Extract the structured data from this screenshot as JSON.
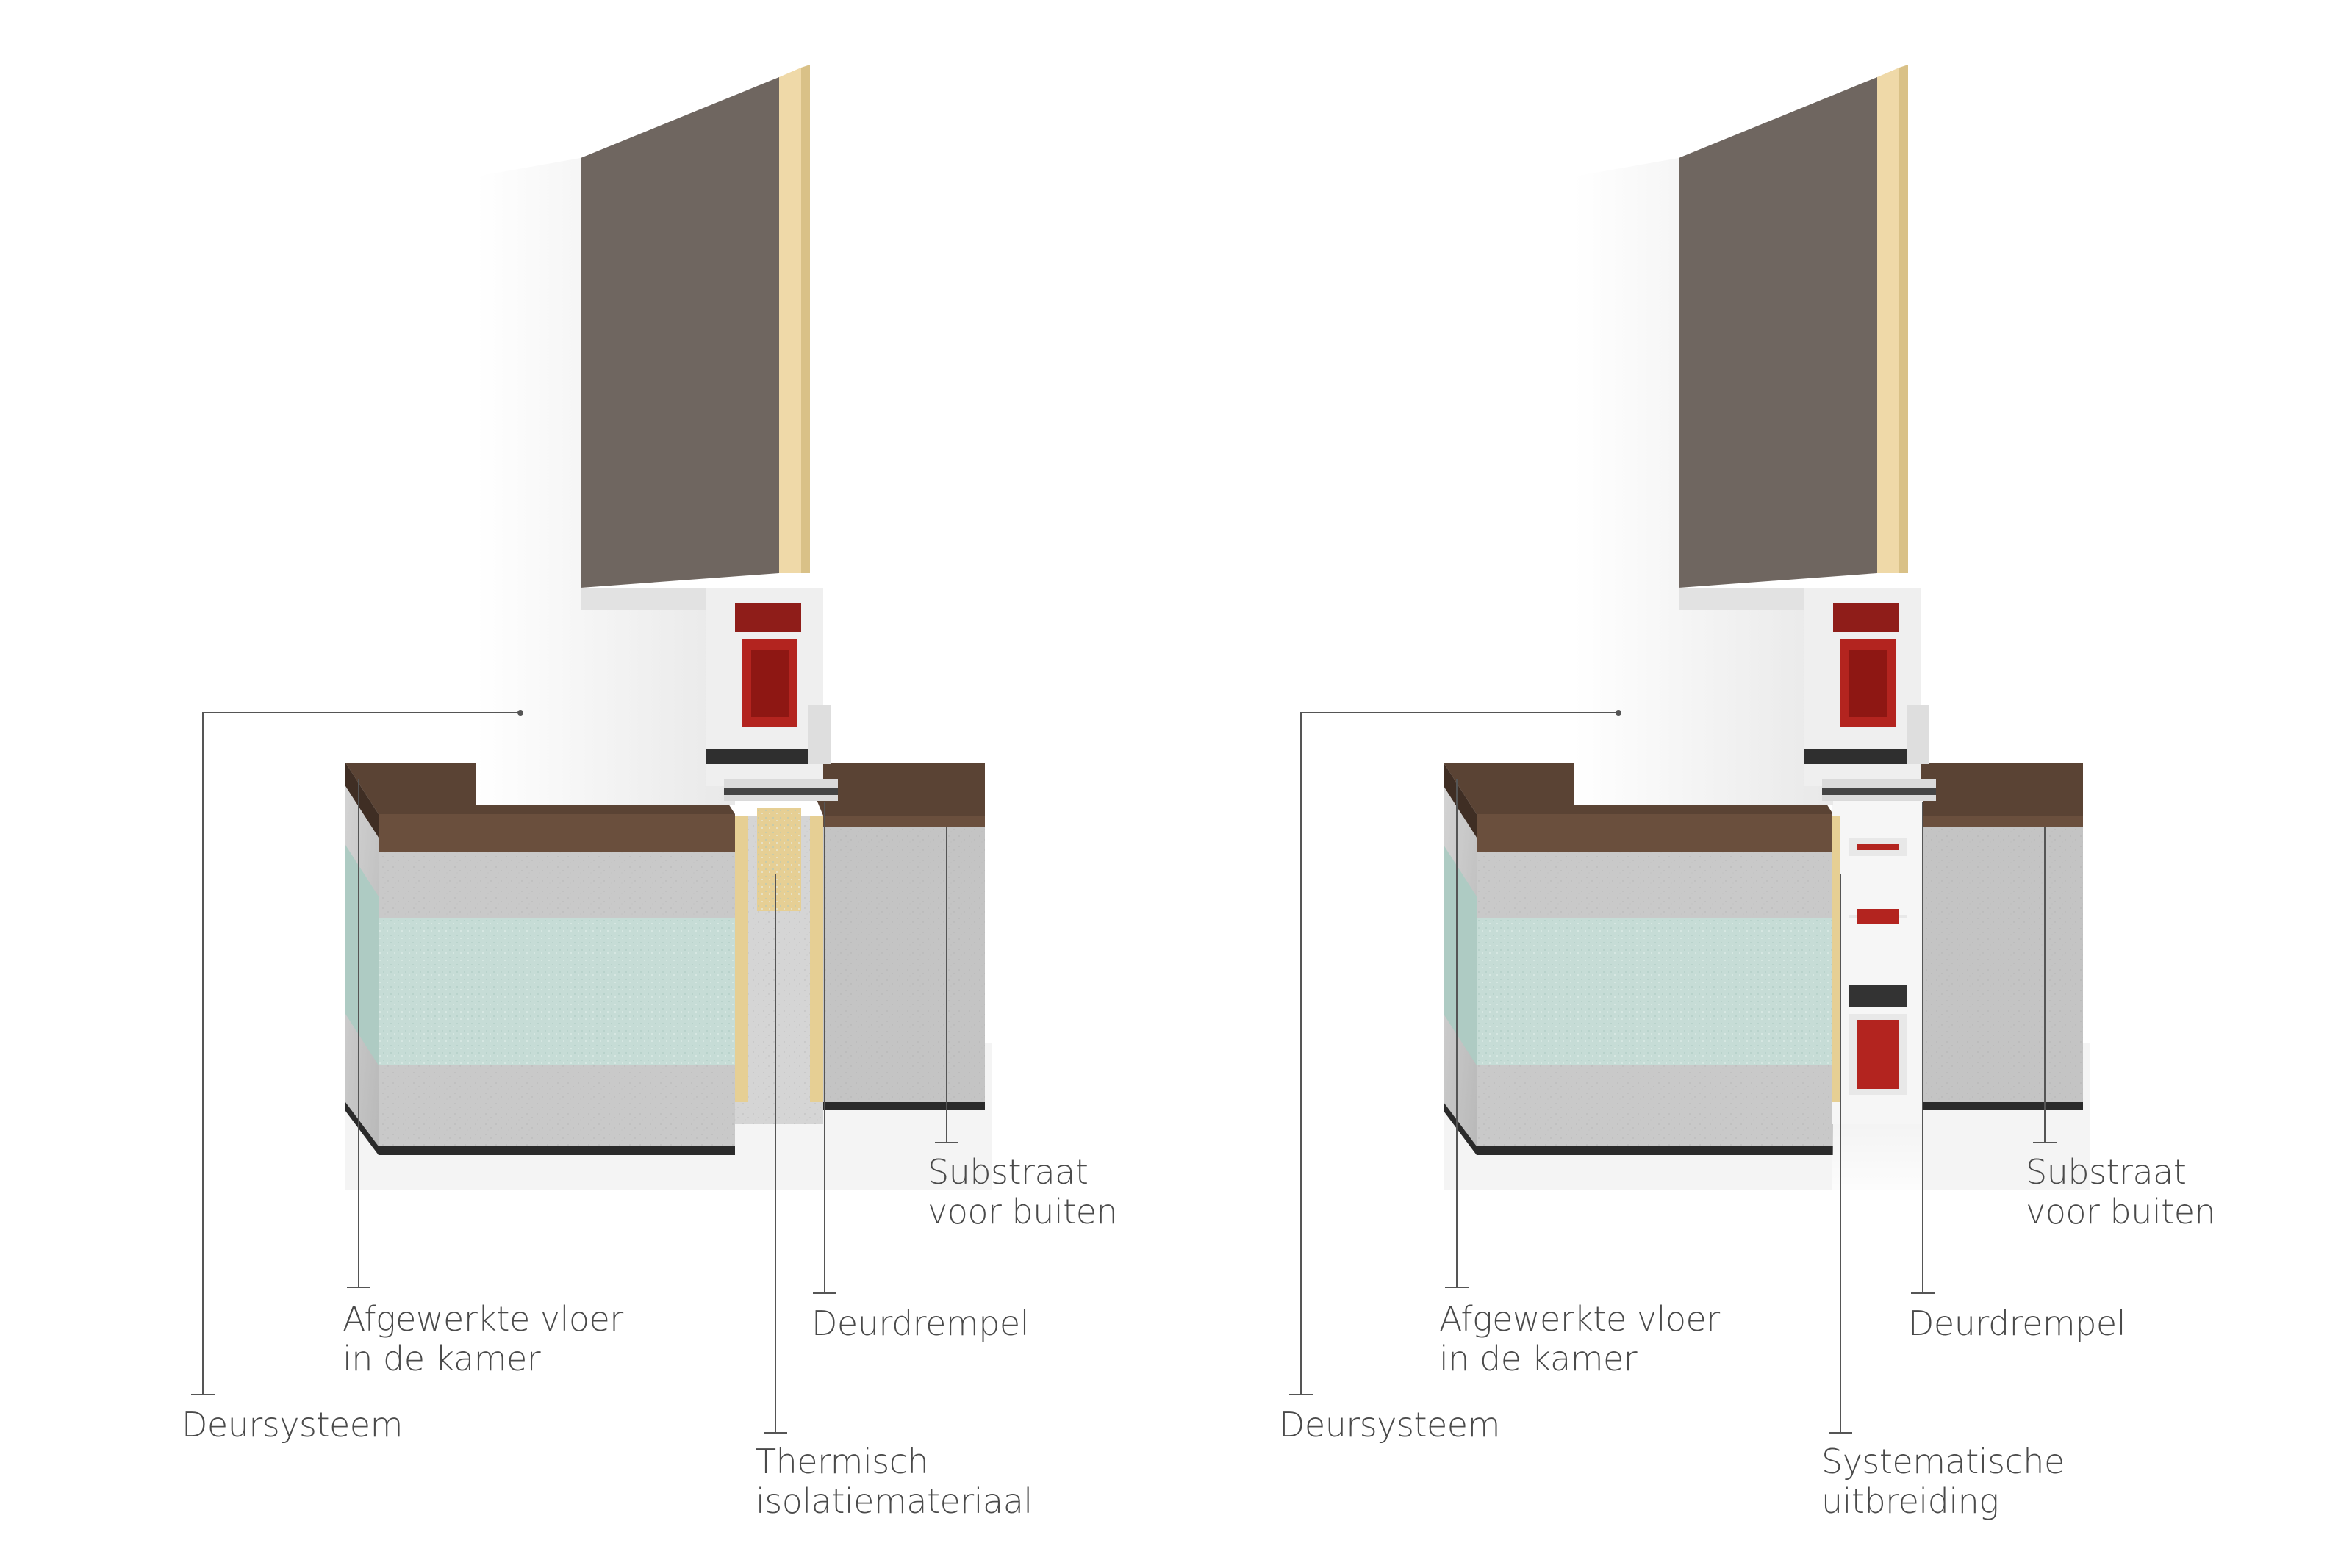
{
  "colors": {
    "panel_face": "#6f6660",
    "panel_core": "#efd9a8",
    "frame_white": "#f6f6f6",
    "reinforcement_red": "#b3241f",
    "floor_wood": "#5a4334",
    "concrete": "#c9c9c9",
    "insulation": "#c6dcd6",
    "thermal_block": "#e6cf94",
    "leader_line": "#555555"
  },
  "diagrams": [
    {
      "variant": "thermal-insulation",
      "labels": {
        "door_system": "Deursysteem",
        "finished_floor": [
          "Afgewerkte vloer",
          "in de kamer"
        ],
        "threshold": "Deurdrempel",
        "substrate": [
          "Substraat",
          "voor buiten"
        ],
        "lower_part": [
          "Thermisch",
          "isolatiemateriaal"
        ]
      }
    },
    {
      "variant": "system-extension",
      "labels": {
        "door_system": "Deursysteem",
        "finished_floor": [
          "Afgewerkte vloer",
          "in de kamer"
        ],
        "threshold": "Deurdrempel",
        "substrate": [
          "Substraat",
          "voor buiten"
        ],
        "lower_part": [
          "Systematische",
          "uitbreiding"
        ]
      }
    }
  ]
}
